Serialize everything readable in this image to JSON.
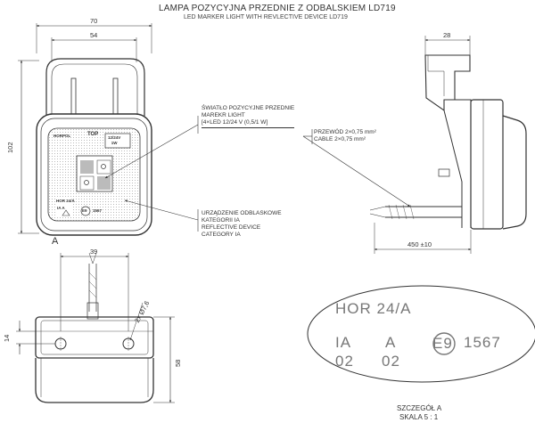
{
  "title": {
    "line1": "LAMPA POZYCYJNA PRZEDNIE Z ODBALSKIEM LD719",
    "line2": "LED MARKER LIGHT WITH REVLECTIVE DEVICE LD719"
  },
  "front_view": {
    "dim_width_total": "70",
    "dim_width_inner": "54",
    "dim_height": "102",
    "view_marker": "A",
    "lamp_top_label": "TOP",
    "lamp_brand": "HORPOL",
    "lamp_voltage": "12/24V\n1W",
    "lamp_mark": "HOR 24/A",
    "lamp_cat": "IA  A",
    "lamp_e9": "E9",
    "lamp_num": "1567"
  },
  "callouts": {
    "marker_light": "ŚWIATŁO POZYCYJNE PRZEDNIE\nMAREKR LIGHT\n[4×LED 12/24 V (0,5/1 W]",
    "reflector": "URZĄDZENIE ODBLASKOWE\nKATEGORII IA\nREFLECTIVE DEVICE\nCATEGORY IA",
    "cable": "PRZEWÓD 2×0,75 mm²\nCABLE 2×0,75 mm²"
  },
  "side_view": {
    "dim_depth": "28",
    "dim_cable": "450 ±10"
  },
  "bottom_view": {
    "dim_hole_spacing": "39",
    "dim_hole_dia": "2x Ø7,6",
    "dim_offset": "14",
    "dim_height": "58"
  },
  "detail": {
    "mark": "HOR 24/A",
    "cat1_top": "IA",
    "cat1_bottom": "02",
    "cat2_top": "A",
    "cat2_bottom": "02",
    "emark": "E9",
    "approval": "1567",
    "caption": "SZCZEGÓŁ A",
    "scale": "SKALA 5 : 1"
  }
}
